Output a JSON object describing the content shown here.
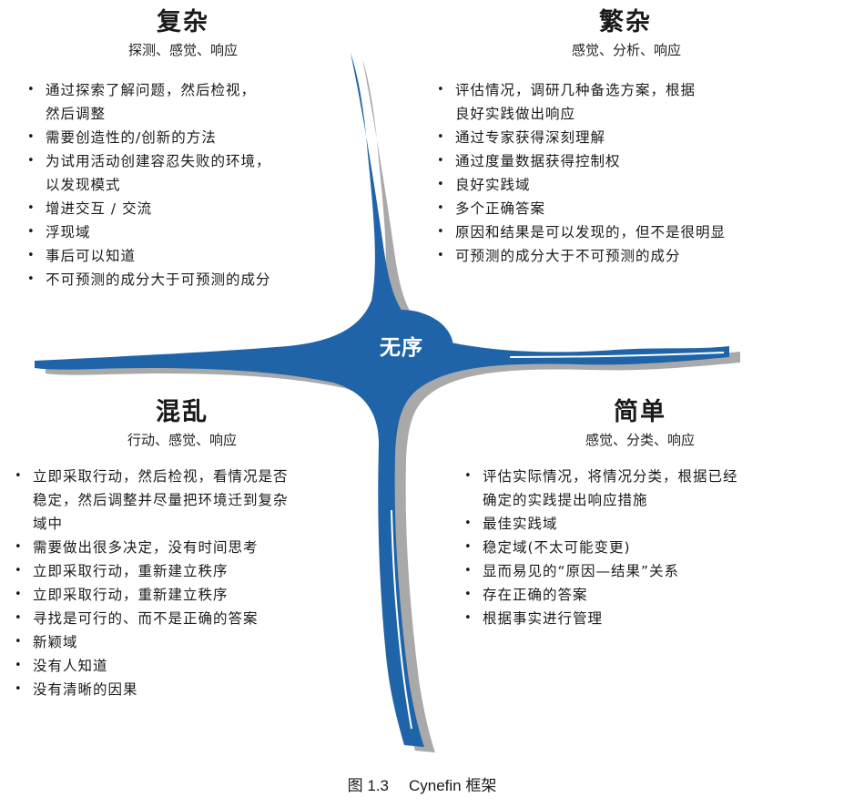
{
  "center_label": "无序",
  "colors": {
    "river": "#1f64a8",
    "shadow": "#a9a9a9"
  },
  "quadrants": {
    "complex": {
      "title": "复杂",
      "subtitle": "探测、感觉、响应",
      "items": [
        "通过探索了解问题，然后检视，\n然后调整",
        "需要创造性的/创新的方法",
        "为试用活动创建容忍失败的环境，\n以发现模式",
        "增进交互 / 交流",
        "浮现域",
        "事后可以知道",
        "不可预测的成分大于可预测的成分"
      ]
    },
    "complicated": {
      "title": "繁杂",
      "subtitle": "感觉、分析、响应",
      "items": [
        "评估情况，调研几种备选方案，根据\n良好实践做出响应",
        "通过专家获得深刻理解",
        "通过度量数据获得控制权",
        "良好实践域",
        "多个正确答案",
        "原因和结果是可以发现的，但不是很明显",
        "可预测的成分大于不可预测的成分"
      ]
    },
    "chaotic": {
      "title": "混乱",
      "subtitle": "行动、感觉、响应",
      "items": [
        "立即采取行动，然后检视，看情况是否\n稳定，然后调整并尽量把环境迁到复杂\n域中",
        "需要做出很多决定，没有时间思考",
        "立即采取行动，重新建立秩序",
        "立即采取行动，重新建立秩序",
        "寻找是可行的、而不是正确的答案",
        "新颖域",
        "没有人知道",
        "没有清晰的因果"
      ]
    },
    "simple": {
      "title": "简单",
      "subtitle": "感觉、分类、响应",
      "items": [
        "评估实际情况，将情况分类，根据已经\n确定的实践提出响应措施",
        "最佳实践域",
        "稳定域(不太可能变更)",
        "显而易见的“原因—结果”关系",
        "存在正确的答案",
        "根据事实进行管理"
      ]
    }
  },
  "caption": {
    "figure_no": "图 1.3",
    "title": "Cynefin 框架"
  }
}
